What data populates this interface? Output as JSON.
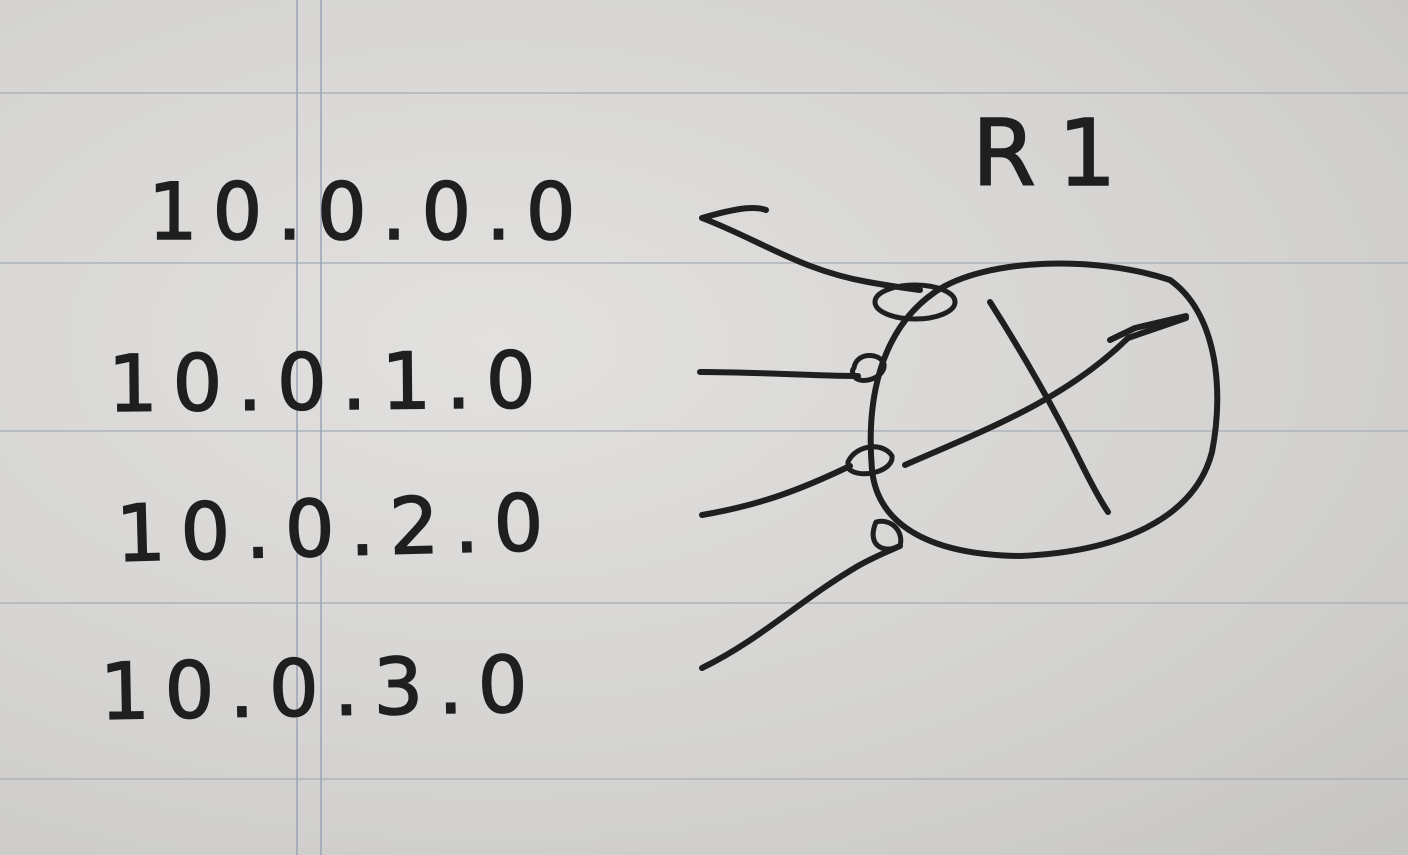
{
  "router": {
    "label": "R1",
    "icon": "router-icon"
  },
  "networks": [
    {
      "label": "10.0.0.0"
    },
    {
      "label": "10.0.1.0"
    },
    {
      "label": "10.0.2.0"
    },
    {
      "label": "10.0.3.0"
    }
  ],
  "colors": {
    "paper": "#d7d6d4",
    "rule_lines": "#a9b0bb",
    "margin_line": "#9aa3b3",
    "ink": "#1f1f1f"
  }
}
